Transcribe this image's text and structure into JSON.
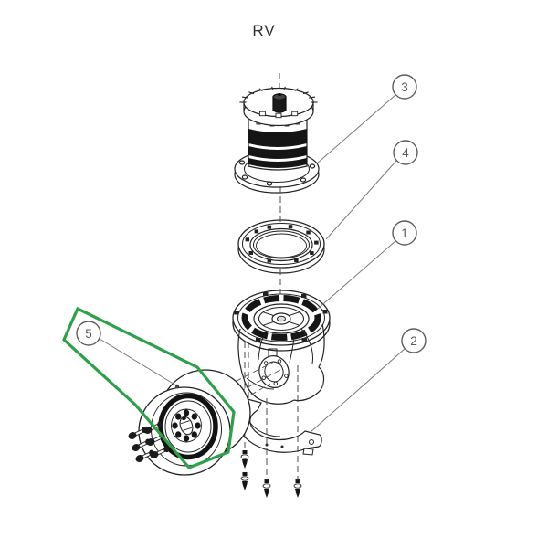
{
  "title": "RV",
  "colors": {
    "highlight_green": "#2da04a",
    "drawing_line": "#222222",
    "leader_line": "#787878",
    "fill_dark": "#161616"
  },
  "callouts": {
    "c1": {
      "label": "1"
    },
    "c2": {
      "label": "2"
    },
    "c3": {
      "label": "3"
    },
    "c4": {
      "label": "4"
    },
    "c5": {
      "label": "5"
    }
  },
  "highlighted_callout": "5"
}
